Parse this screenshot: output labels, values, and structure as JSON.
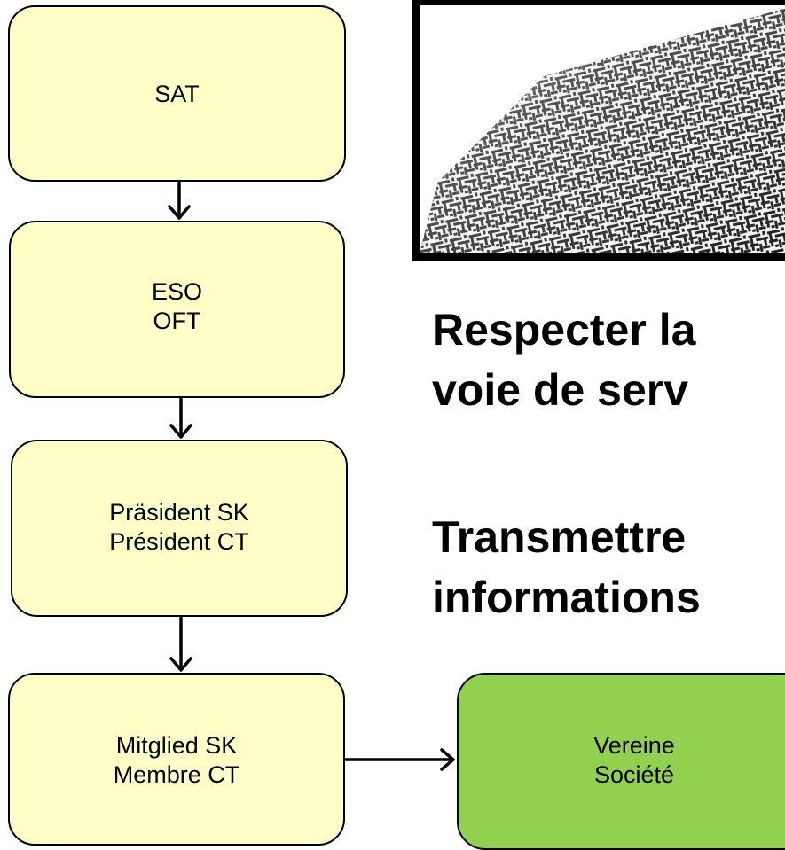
{
  "flow": {
    "boxes": [
      {
        "lines": [
          "SAT"
        ]
      },
      {
        "lines": [
          "ESO",
          "OFT"
        ]
      },
      {
        "lines": [
          "Präsident SK",
          "Président CT"
        ]
      },
      {
        "lines": [
          "Mitglied SK",
          "Membre CT"
        ]
      }
    ],
    "club": {
      "lines": [
        "Vereine",
        "Société"
      ]
    },
    "colors": {
      "box_fill": "#ffffc8",
      "club_fill": "#92d050",
      "stroke": "#000000"
    }
  },
  "image": {
    "icon": "maze-image"
  },
  "text": {
    "line1": "Respecter la",
    "line2": "voie de serv",
    "line3": "Transmettre",
    "line4": "informations"
  }
}
